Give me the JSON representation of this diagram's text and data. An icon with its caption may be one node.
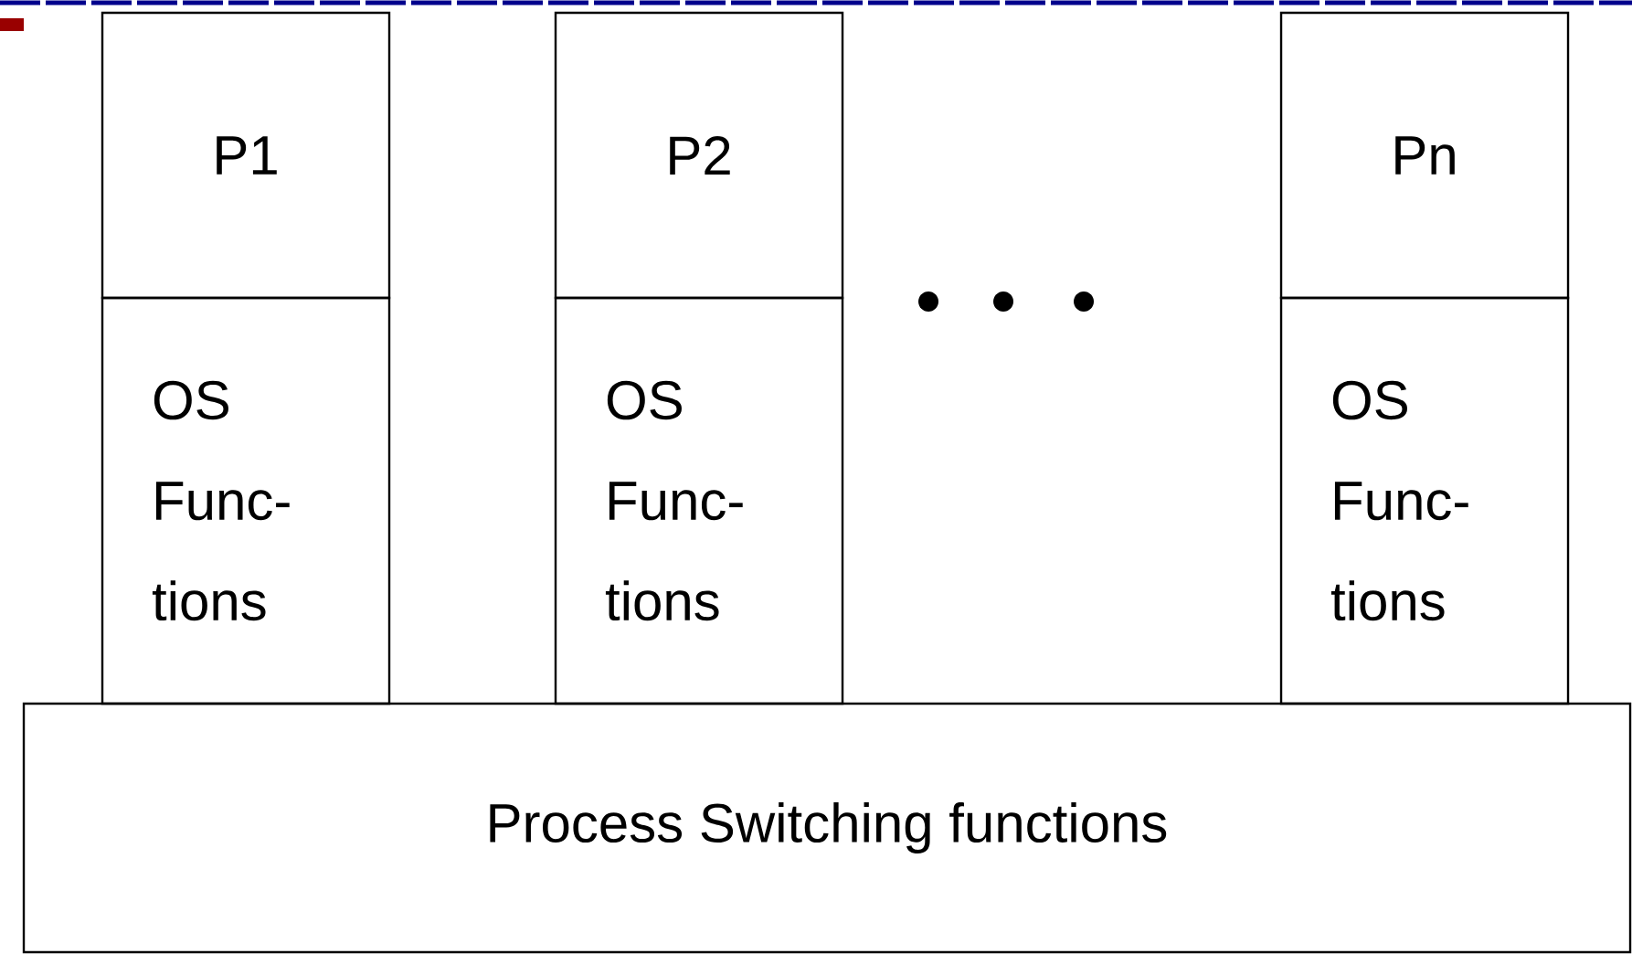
{
  "diagram": {
    "nodes": [
      {
        "text": [
          "P1"
        ]
      },
      {
        "text": [
          "OS Func-tions"
        ]
      },
      {
        "text": [
          "P2"
        ]
      },
      {
        "text": [
          "OS Func-tions"
        ]
      },
      {
        "text": [
          "Pn"
        ]
      },
      {
        "text": [
          "OS Func-tions"
        ]
      },
      {
        "text": [
          "Process Switching functions"
        ]
      }
    ]
  }
}
